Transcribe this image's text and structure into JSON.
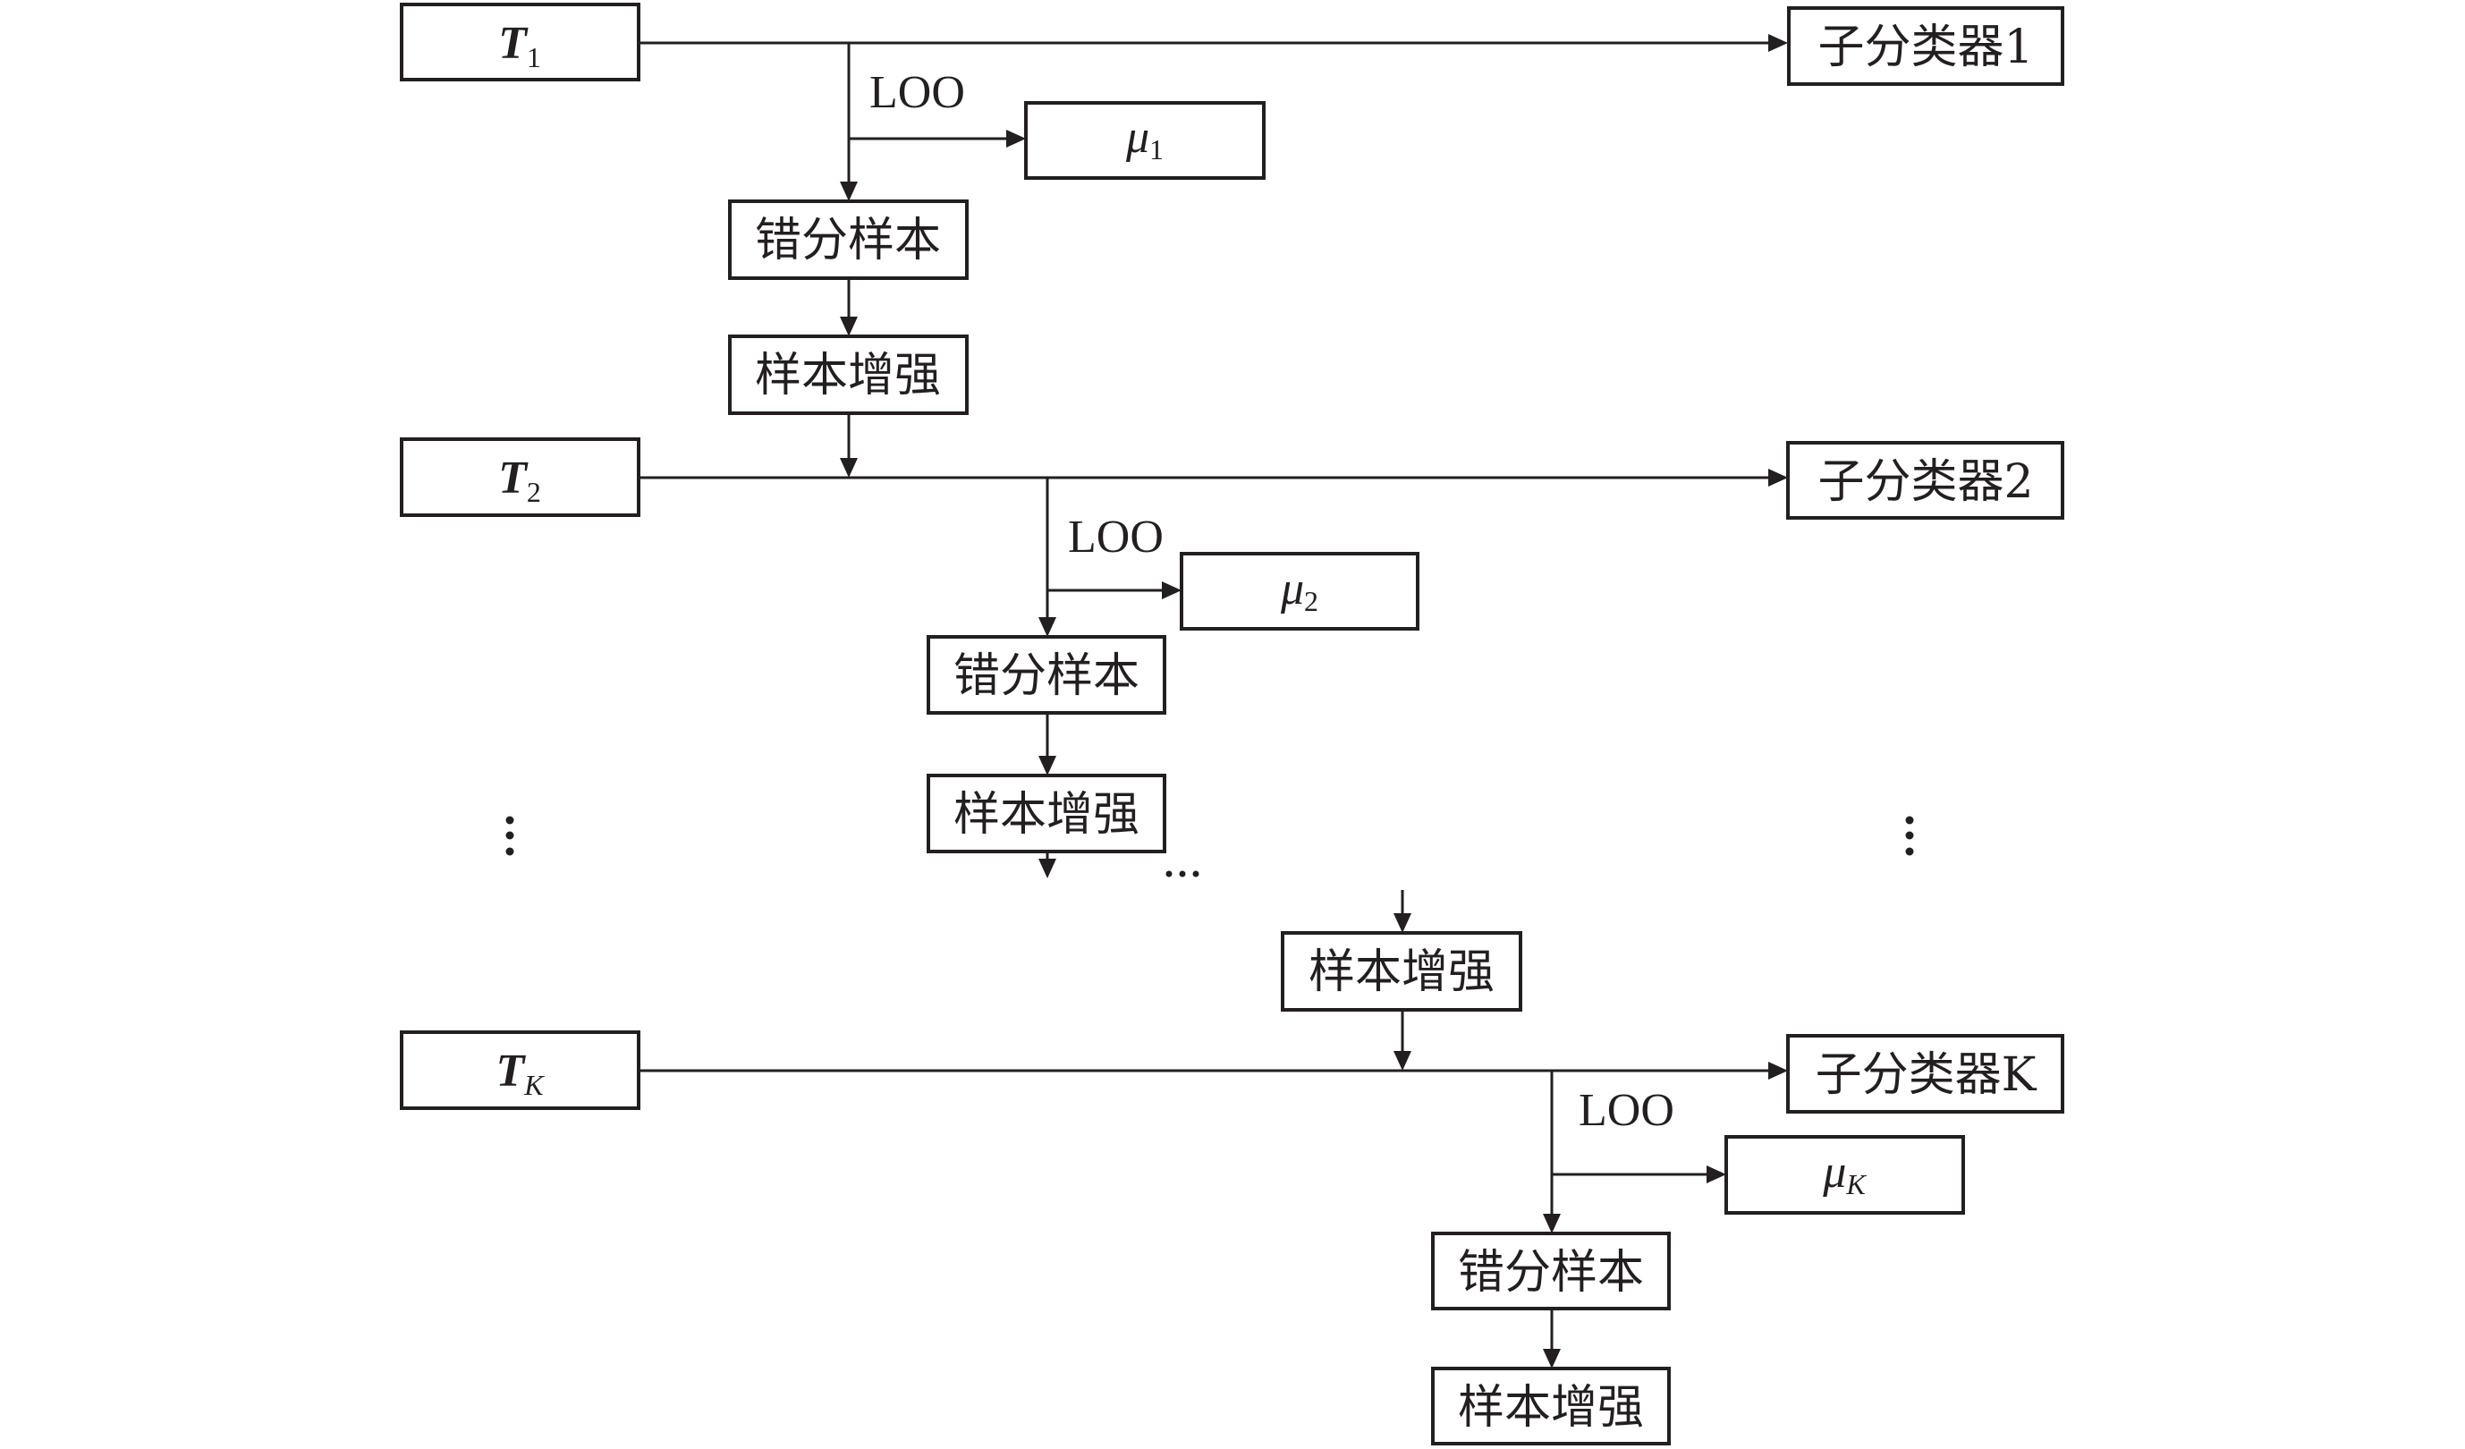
{
  "diagram": {
    "type": "flowchart",
    "description": "Boosting-style training flow: each training set produces a sub-classifier, LOO gives error rate and misclassified samples, which are augmented and fed to next training set",
    "training_sets": [
      {
        "symbol": "T",
        "subscript": "1"
      },
      {
        "symbol": "T",
        "subscript": "2"
      },
      {
        "symbol": "T",
        "subscript": "K"
      }
    ],
    "sub_classifiers": [
      "子分类器1",
      "子分类器2",
      "子分类器K"
    ],
    "error_rates": [
      {
        "symbol": "μ",
        "subscript": "1"
      },
      {
        "symbol": "μ",
        "subscript": "2"
      },
      {
        "symbol": "μ",
        "subscript": "K"
      }
    ],
    "loo_label": "LOO",
    "misclassified_label": "错分样本",
    "augment_label": "样本增强",
    "ellipsis_vertical": "⋮",
    "ellipsis_horizontal": "…",
    "stages": [
      {
        "training_set": "T1",
        "sub_classifier": "子分类器1",
        "loo": "LOO",
        "error_rate": "μ1",
        "misclassified": "错分样本",
        "augment": "样本增强"
      },
      {
        "training_set": "T2",
        "sub_classifier": "子分类器2",
        "loo": "LOO",
        "error_rate": "μ2",
        "misclassified": "错分样本",
        "augment": "样本增强"
      },
      {
        "training_set": "TK",
        "sub_classifier": "子分类器K",
        "loo": "LOO",
        "error_rate": "μK",
        "misclassified": "错分样本",
        "augment": "样本增强",
        "preceding_augment": "样本增强"
      }
    ]
  }
}
